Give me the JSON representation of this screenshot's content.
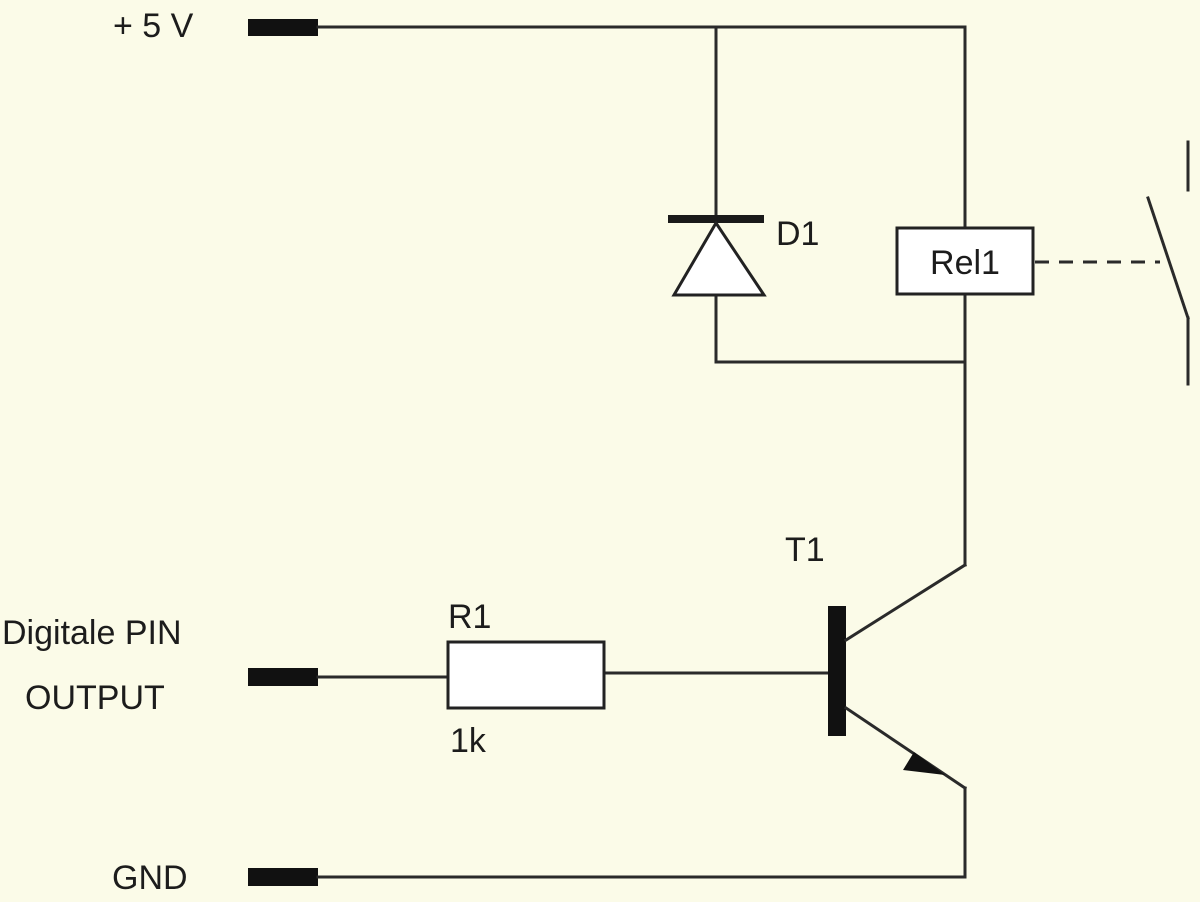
{
  "diagram": {
    "type": "circuit-schematic",
    "colors": {
      "background": "#fbfbe8",
      "wire": "#2a2a2a",
      "component_fill": "#ffffff"
    },
    "terminals": {
      "vcc": "+ 5 V",
      "input_line1": "Digitale PIN",
      "input_line2": "OUTPUT",
      "gnd": "GND"
    },
    "components": {
      "diode": {
        "ref": "D1"
      },
      "relay": {
        "ref": "Rel1"
      },
      "transistor": {
        "ref": "T1"
      },
      "resistor": {
        "ref": "R1",
        "value": "1k"
      }
    }
  }
}
